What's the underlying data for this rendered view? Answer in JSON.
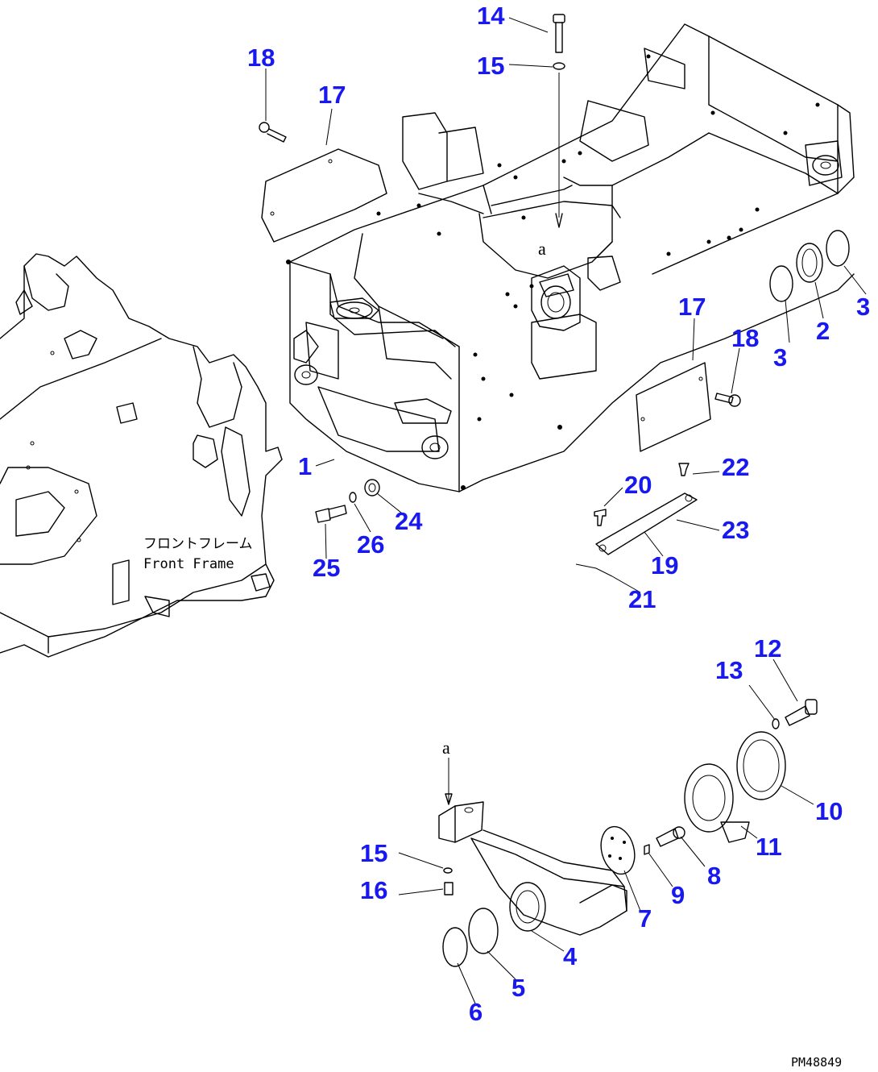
{
  "diagram": {
    "label_color": "#1818f0",
    "line_color": "#000000",
    "callouts": [
      {
        "id": "1",
        "text": "1"
      },
      {
        "id": "2",
        "text": "2"
      },
      {
        "id": "3a",
        "text": "3"
      },
      {
        "id": "3b",
        "text": "3"
      },
      {
        "id": "4",
        "text": "4"
      },
      {
        "id": "5",
        "text": "5"
      },
      {
        "id": "6",
        "text": "6"
      },
      {
        "id": "7",
        "text": "7"
      },
      {
        "id": "8",
        "text": "8"
      },
      {
        "id": "9",
        "text": "9"
      },
      {
        "id": "10",
        "text": "10"
      },
      {
        "id": "11",
        "text": "11"
      },
      {
        "id": "12",
        "text": "12"
      },
      {
        "id": "13",
        "text": "13"
      },
      {
        "id": "14",
        "text": "14"
      },
      {
        "id": "15a",
        "text": "15"
      },
      {
        "id": "15b",
        "text": "15"
      },
      {
        "id": "16",
        "text": "16"
      },
      {
        "id": "17a",
        "text": "17"
      },
      {
        "id": "17b",
        "text": "17"
      },
      {
        "id": "18a",
        "text": "18"
      },
      {
        "id": "18b",
        "text": "18"
      },
      {
        "id": "19",
        "text": "19"
      },
      {
        "id": "20",
        "text": "20"
      },
      {
        "id": "21",
        "text": "21"
      },
      {
        "id": "22",
        "text": "22"
      },
      {
        "id": "23",
        "text": "23"
      },
      {
        "id": "24",
        "text": "24"
      },
      {
        "id": "25",
        "text": "25"
      },
      {
        "id": "26",
        "text": "26"
      }
    ],
    "view_marker": "a",
    "front_frame_label_jp": "フロントフレーム",
    "front_frame_label_en": "Front Frame",
    "drawing_number": "PM48849"
  }
}
